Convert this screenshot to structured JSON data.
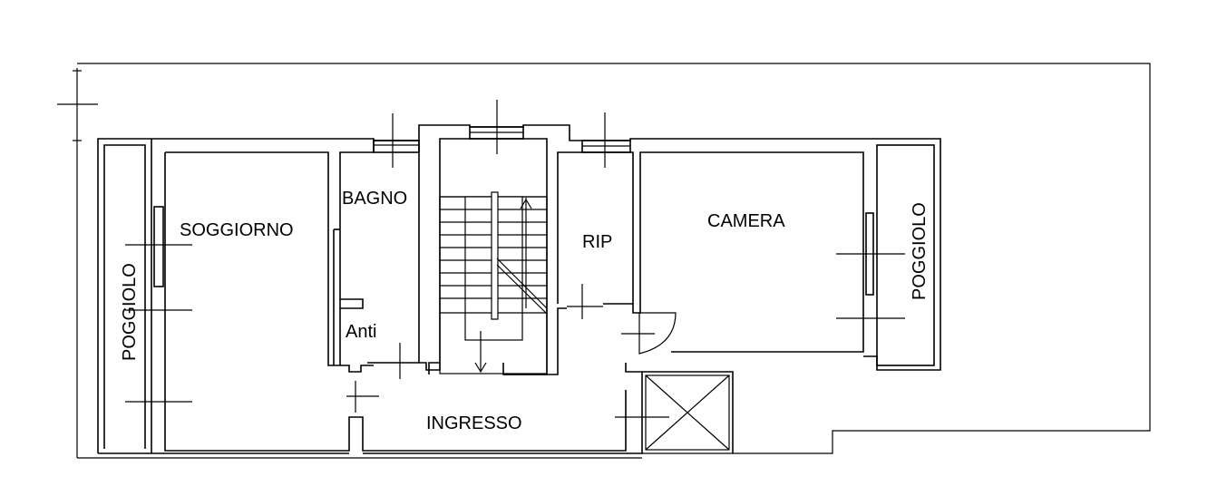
{
  "rooms": {
    "soggiorno": "SOGGIORNO",
    "poggiolo_left": "POGGIOLO",
    "bagno": "BAGNO",
    "anti": "Anti",
    "rip": "RIP",
    "camera": "CAMERA",
    "poggiolo_right": "POGGIOLO",
    "ingresso": "INGRESSO"
  }
}
